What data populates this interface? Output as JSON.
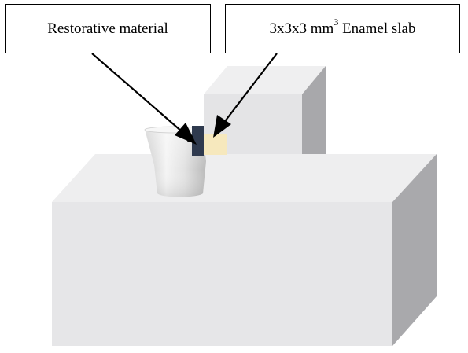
{
  "labels": {
    "restorative_material": "Restorative material",
    "enamel_slab_prefix": "3x3x3 mm",
    "enamel_slab_sup": "3",
    "enamel_slab_suffix": " Enamel slab"
  },
  "colors": {
    "block_front": "#e6e6e8",
    "block_top": "#eeeeef",
    "block_side": "#a9a9ac",
    "restorative_material": "#2f3a4e",
    "enamel_slab": "#f6e8bd",
    "holder_light": "#f2f2f2",
    "holder_dark": "#bdbdbd",
    "arrow": "#000000"
  }
}
